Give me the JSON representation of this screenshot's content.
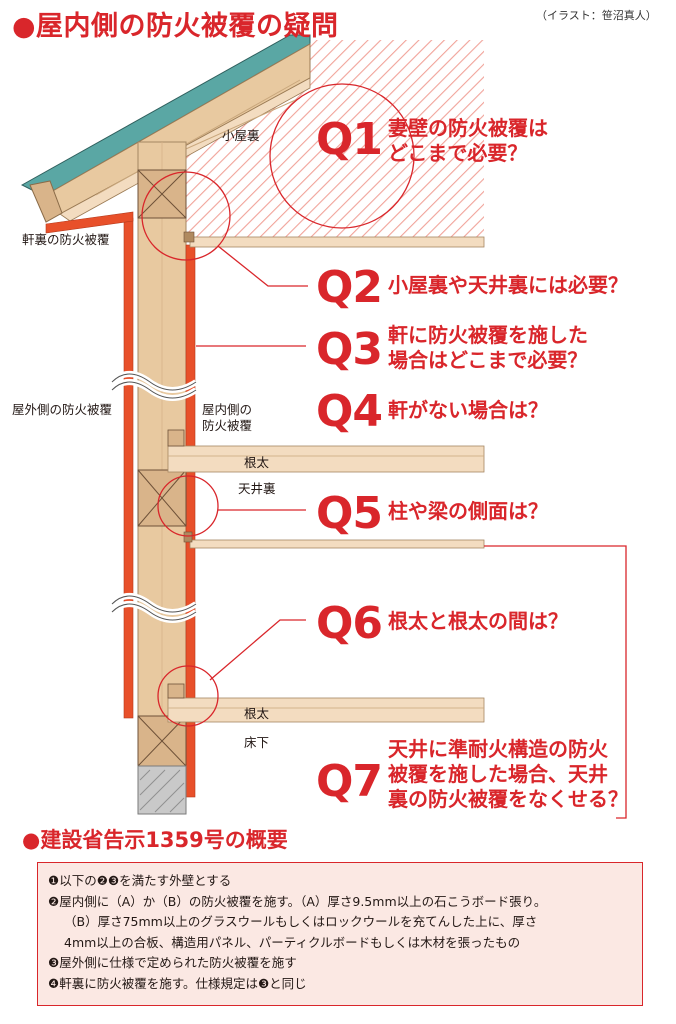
{
  "title": "●屋内側の防火被覆の疑問",
  "credit": "（イラスト：笹沼真人）",
  "labels": {
    "attic": "小屋裏",
    "eave_coating": "軒裏の防火被覆",
    "exterior_coating": "屋外側の防火被覆",
    "interior_coating_1": "屋内側の",
    "interior_coating_2": "防火被覆",
    "joist_upper": "根太",
    "ceiling_space": "天井裏",
    "joist_lower": "根太",
    "underfloor": "床下"
  },
  "questions": [
    {
      "num": "Q1",
      "lines": [
        "妻壁の防火被覆は",
        "どこまで必要？"
      ]
    },
    {
      "num": "Q2",
      "lines": [
        "小屋裏や天井裏には必要？"
      ]
    },
    {
      "num": "Q3",
      "lines": [
        "軒に防火被覆を施した",
        "場合はどこまで必要？"
      ]
    },
    {
      "num": "Q4",
      "lines": [
        "軒がない場合は？"
      ]
    },
    {
      "num": "Q5",
      "lines": [
        "柱や梁の側面は？"
      ]
    },
    {
      "num": "Q6",
      "lines": [
        "根太と根太の間は？"
      ]
    },
    {
      "num": "Q7",
      "lines": [
        "天井に準耐火構造の防火",
        "被覆を施した場合、天井",
        "裏の防火被覆をなくせる？"
      ]
    }
  ],
  "notice": {
    "heading": "●建設省告示1359号の概要",
    "lines": [
      "❶以下の❷❸を満たす外壁とする",
      "❷屋内側に（A）か（B）の防火被覆を施す。（A）厚さ9.5mm以上の石こうボード張り。",
      "（B）厚さ75mm以上のグラスウールもしくはロックウールを充てんした上に、厚さ",
      "4mm以上の合板、構造用パネル、パーティクルボードもしくは木材を張ったもの",
      "❸屋外側に仕様で定められた防火被覆を施す",
      "❹軒裏に防火被覆を施す。仕様規定は❸と同じ"
    ]
  },
  "colors": {
    "accent_red": "#d9262b",
    "orange_coating": "#e8502a",
    "wood": "#e8c9a0",
    "roof_teal": "#5aa7a4",
    "box_fill": "#fbe8e3"
  }
}
